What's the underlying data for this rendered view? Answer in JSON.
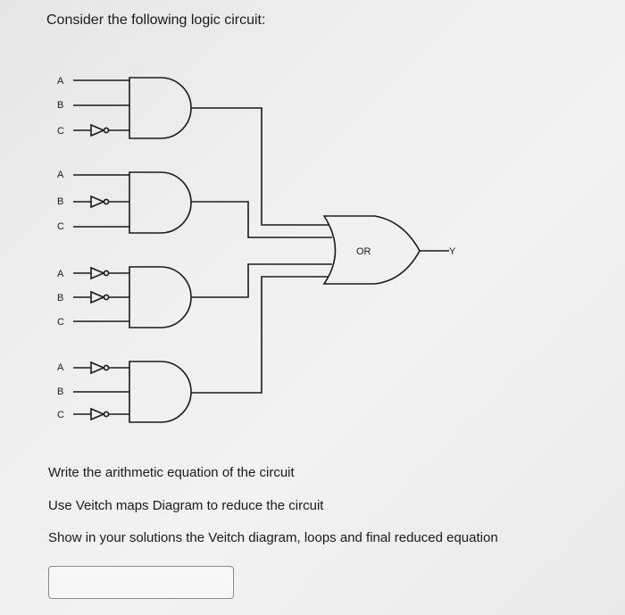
{
  "heading": "Consider the following logic circuit:",
  "gates": [
    {
      "inputs": [
        "A",
        "B",
        "C"
      ],
      "inverted": [
        false,
        false,
        true
      ]
    },
    {
      "inputs": [
        "A",
        "B",
        "C"
      ],
      "inverted": [
        false,
        true,
        false
      ]
    },
    {
      "inputs": [
        "A",
        "B",
        "C"
      ],
      "inverted": [
        true,
        true,
        false
      ]
    },
    {
      "inputs": [
        "A",
        "B",
        "C"
      ],
      "inverted": [
        true,
        false,
        true
      ]
    }
  ],
  "or_gate": {
    "label": "OR"
  },
  "output_label": "Y",
  "instructions": [
    "Write the arithmetic equation of the circuit",
    "Use Veitch maps Diagram to reduce the circuit",
    "Show in your solutions the Veitch diagram, loops and final reduced equation"
  ],
  "colors": {
    "stroke": "#1a1a1a",
    "background": "#eeeeee"
  }
}
